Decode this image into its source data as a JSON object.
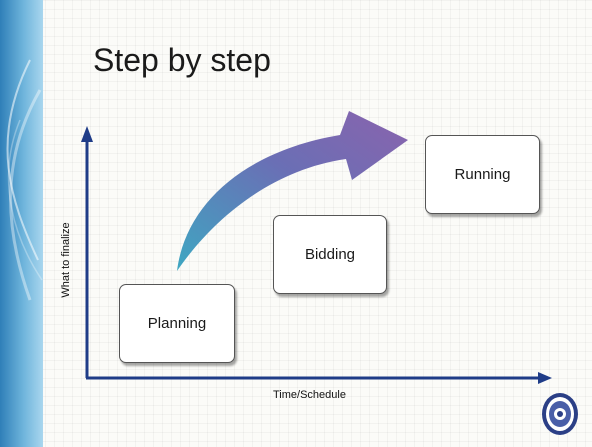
{
  "slide": {
    "title": "Step by step"
  },
  "diagram": {
    "y_axis_label": "What to finalize",
    "x_axis_label": "Time/Schedule",
    "steps": [
      {
        "label": "Planning"
      },
      {
        "label": "Bidding"
      },
      {
        "label": "Running"
      }
    ],
    "arrow_colors": [
      "#3ea7c2",
      "#6a6fb5",
      "#8a63ad"
    ],
    "axis_color": "#1f3c88"
  },
  "decorations": {
    "left_band": "blue-swirl-band",
    "corner_emblem": "emblem-icon"
  }
}
